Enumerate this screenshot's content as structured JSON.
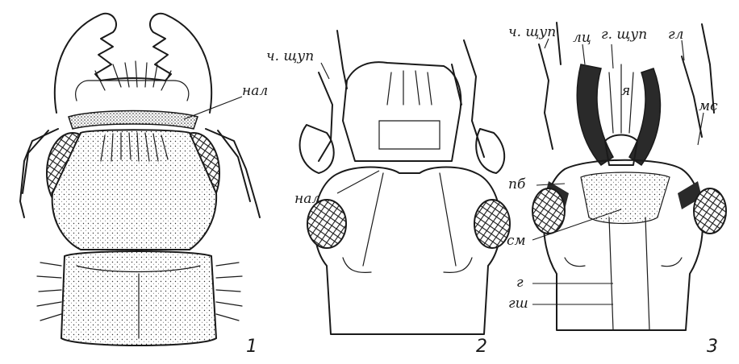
{
  "figure": {
    "panels": [
      {
        "number": "1",
        "labels": [
          {
            "text": "нал"
          }
        ]
      },
      {
        "number": "2",
        "labels": [
          {
            "text": "ч. щуп"
          },
          {
            "text": "нал"
          }
        ]
      },
      {
        "number": "3",
        "labels": [
          {
            "text": "ч. щуп"
          },
          {
            "text": "лц"
          },
          {
            "text": "г. щуп"
          },
          {
            "text": "гл"
          },
          {
            "text": "я"
          },
          {
            "text": "мс"
          },
          {
            "text": "пб"
          },
          {
            "text": "см"
          },
          {
            "text": "г"
          },
          {
            "text": "гш"
          }
        ]
      }
    ]
  },
  "colors": {
    "ink": "#1a1a1a",
    "paper": "#ffffff"
  }
}
